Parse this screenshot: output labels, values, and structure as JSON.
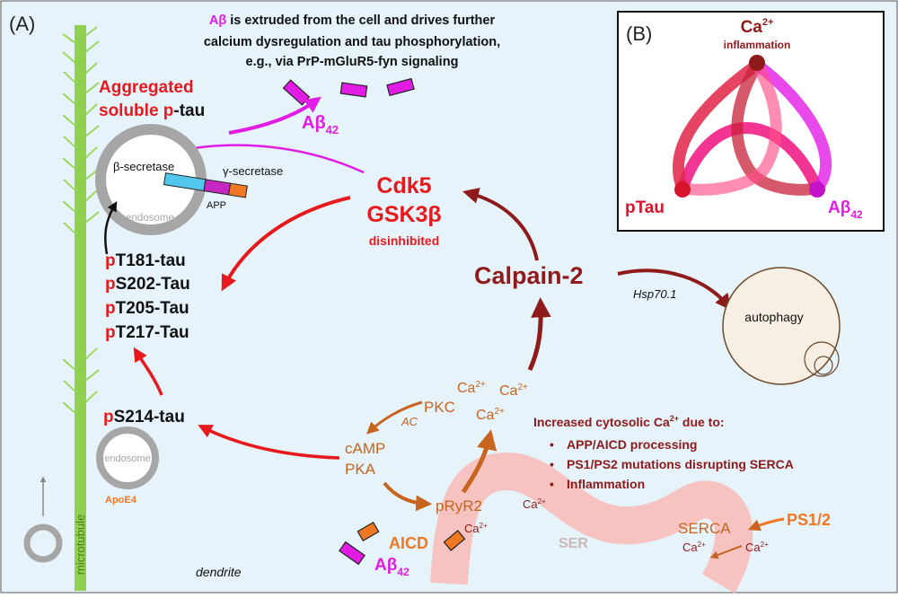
{
  "colors": {
    "background": "#e6f3fb",
    "red": "#e8191c",
    "darkred": "#8e1a1a",
    "magenta": "#e21ce5",
    "orange": "#c8641e",
    "green": "#8fd14f",
    "pink": "#f6c3c0",
    "gray": "#a6a6a6",
    "autophagy_fill": "#f8efe4"
  },
  "panel_a": {
    "label": "(A)",
    "abeta_note": {
      "line1_prefix": "Aβ",
      "line1_rest": " is extruded from the cell and drives further",
      "line2": "calcium dysregulation and tau phosphorylation,",
      "line3": "e.g., via PrP-mGluR5-fyn signaling"
    },
    "aggregated": {
      "line1": "Aggregated",
      "line2_red": "soluble p",
      "line2_black": "-tau"
    },
    "abeta42_top": {
      "base": "Aβ",
      "sub": "42"
    },
    "endosome_top": {
      "beta_secretase": "β-secretase",
      "gamma_secretase": "γ-secretase",
      "app": "APP",
      "label": "endosome"
    },
    "kinases": {
      "cdk5": "Cdk5",
      "gsk3b": "GSK3β",
      "disinhibited": "disinhibited"
    },
    "ptau_list": [
      {
        "p": "p",
        "rest": "T181-tau"
      },
      {
        "p": "p",
        "rest": "S202-Tau"
      },
      {
        "p": "p",
        "rest": "T205-Tau"
      },
      {
        "p": "p",
        "rest": "T217-Tau"
      }
    ],
    "ps214": {
      "p": "p",
      "rest": "S214-tau"
    },
    "endosome_bottom": "endosome",
    "apoe4": "ApoE4",
    "microtubule": "microtubule",
    "dendrite": "dendrite",
    "calpain": "Calpain-2",
    "hsp": "Hsp70.1",
    "autophagy": "autophagy",
    "pkc": "PKC",
    "ac": "AC",
    "camp": "cAMP",
    "pka": "PKA",
    "pryr2": "pRyR2",
    "ca2": "Ca",
    "ca_sup": "2+",
    "aicd": "AICD",
    "abeta42_bottom": {
      "base": "Aβ",
      "sub": "42"
    },
    "ser": "SER",
    "serca": "SERCA",
    "ps12": "PS1/2",
    "cytosolic": {
      "title_pre": "Increased cytosolic Ca",
      "title_sup": "2+",
      "title_post": " due to:",
      "bullet": "•",
      "items": [
        "APP/AICD processing",
        "PS1/PS2 mutations disrupting SERCA",
        "Inflammation"
      ]
    }
  },
  "panel_b": {
    "label": "(B)",
    "ca": "Ca",
    "ca_sup": "2+",
    "inflammation": "inflammation",
    "ptau": "pTau",
    "abeta42": {
      "base": "Aβ",
      "sub": "42"
    }
  }
}
